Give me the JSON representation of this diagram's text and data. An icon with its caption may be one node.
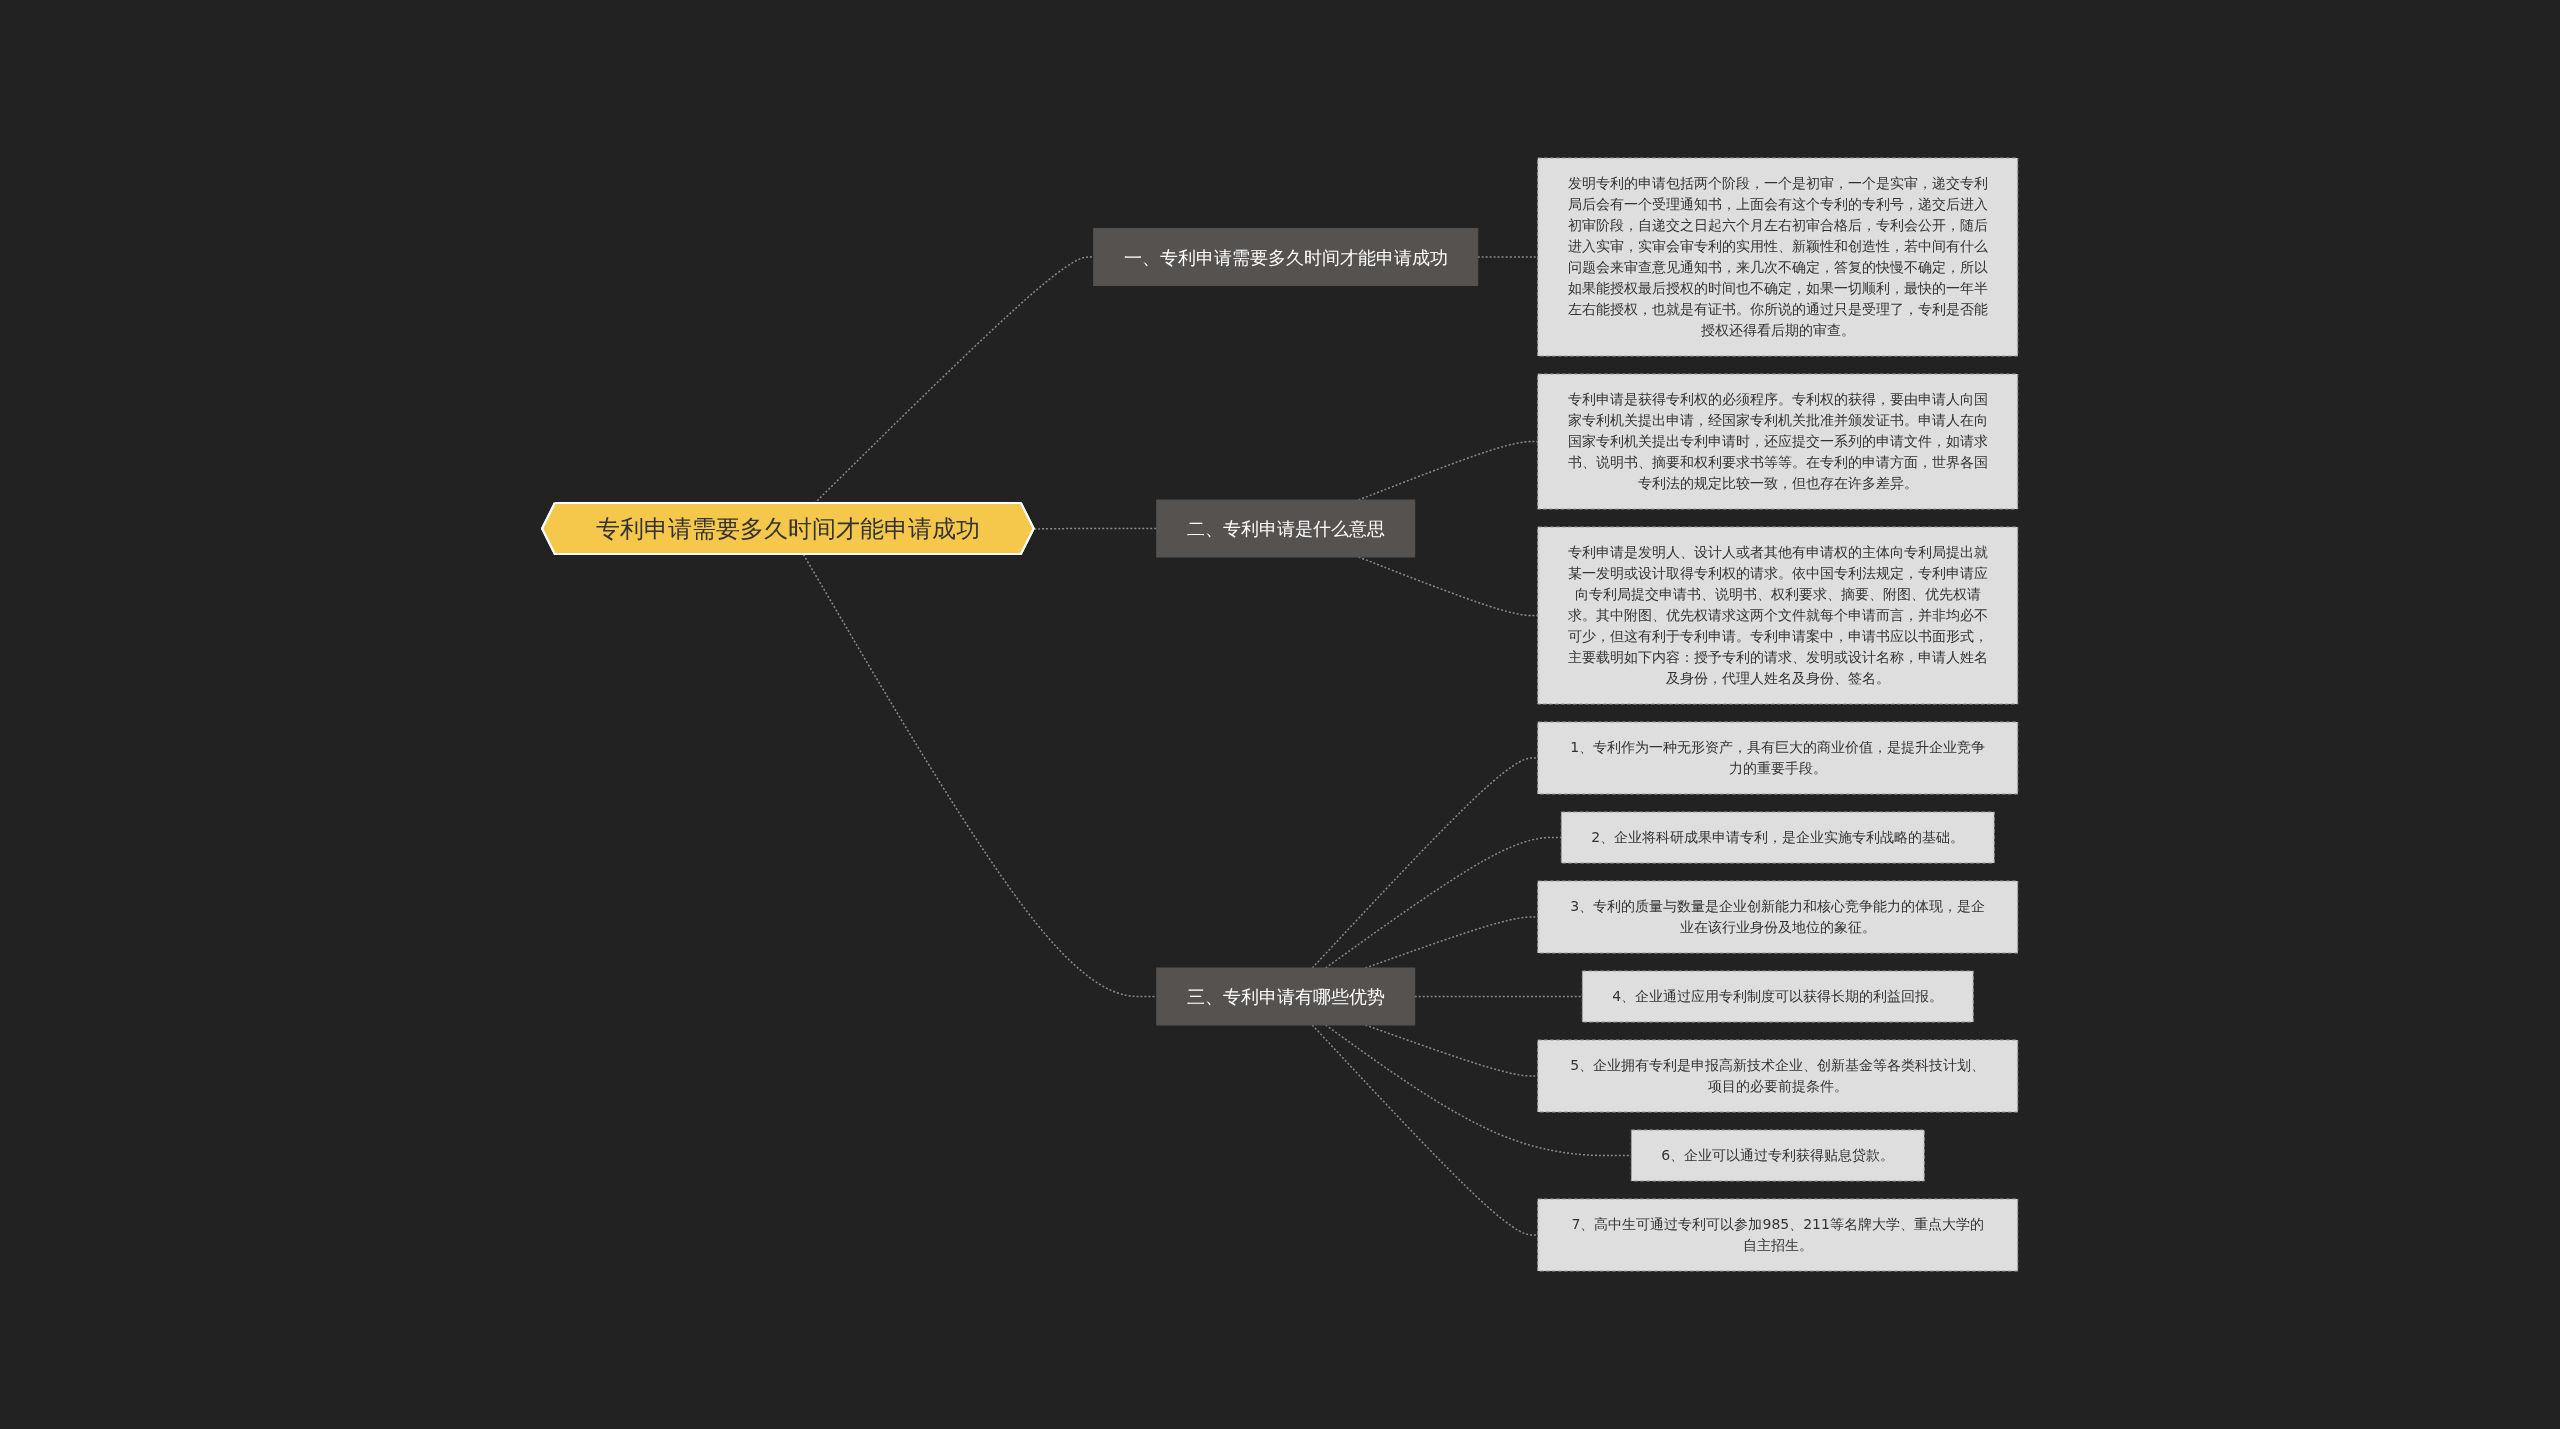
{
  "diagram": {
    "nodes": [
      {
        "text": [
          "专利申请需要多久时间才能申请成功"
        ]
      },
      {
        "text": [
          "一、专利申请需要多久时间才能申请成功"
        ]
      },
      {
        "text": [
          "发明专利的申请包括两个阶段，一个是初审，一个是实审，递交专利局后会有一个受理通知书，上面会有这个专利的专利号，递交后进入初审阶段，自递交之日起六个月左右初审合格后，专利会公开，随后进入实审，实审会审专利的实用性、新颖性和创造性，若中间有什么问题会来审查意见通知书，来几次不确定，答复的快慢不确定，所以如果能授权最后授权的时间也不确定，如果一切顺利，最快的一年半左右能授权，也就是有证书。你所说的通过只是受理了，专利是否能授权还得看后期的审查。"
        ]
      },
      {
        "text": [
          "二、专利申请是什么意思"
        ]
      },
      {
        "text": [
          "专利申请是获得专利权的必须程序。专利权的获得，要由申请人向国家专利机关提出申请，经国家专利机关批准并颁发证书。申请人在向国家专利机关提出专利申请时，还应提交一系列的申请文件，如请求书、说明书、摘要和权利要求书等等。在专利的申请方面，世界各国专利法的规定比较一致，但也存在许多差异。"
        ]
      },
      {
        "text": [
          "专利申请是发明人、设计人或者其他有申请权的主体向专利局提出就某一发明或设计取得专利权的请求。依中国专利法规定，专利申请应向专利局提交申请书、说明书、权利要求、摘要、附图、优先权请求。其中附图、优先权请求这两个文件就每个申请而言，并非均必不可少，但这有利于专利申请。专利申请案中，申请书应以书面形式，主要载明如下内容：授予专利的请求、发明或设计名称，申请人姓名及身份，代理人姓名及身份、签名。"
        ]
      },
      {
        "text": [
          "三、专利申请有哪些优势"
        ]
      },
      {
        "text": [
          "1、专利作为一种无形资产，具有巨大的商业价值，是提升企业竞争力的重要手段。"
        ]
      },
      {
        "text": [
          "2、企业将科研成果申请专利，是企业实施专利战略的基础。"
        ]
      },
      {
        "text": [
          "3、专利的质量与数量是企业创新能力和核心竞争能力的体现，是企业在该行业身份及地位的象征。"
        ]
      },
      {
        "text": [
          "4、企业通过应用专利制度可以获得长期的利益回报。"
        ]
      },
      {
        "text": [
          "5、企业拥有专利是申报高新技术企业、创新基金等各类科技计划、项目的必要前提条件。"
        ]
      },
      {
        "text": [
          "6、企业可以通过专利获得贴息贷款。"
        ]
      },
      {
        "text": [
          "7、高中生可通过专利可以参加985、211等名牌大学、重点大学的自主招生。"
        ]
      }
    ],
    "edges": [
      {
        "from": 0,
        "to": 1,
        "arrow": "none",
        "style": "dashed"
      },
      {
        "from": 1,
        "to": 2,
        "arrow": "none",
        "style": "dashed"
      },
      {
        "from": 0,
        "to": 3,
        "arrow": "none",
        "style": "dashed"
      },
      {
        "from": 3,
        "to": 4,
        "arrow": "none",
        "style": "dashed"
      },
      {
        "from": 3,
        "to": 5,
        "arrow": "none",
        "style": "dashed"
      },
      {
        "from": 0,
        "to": 6,
        "arrow": "none",
        "style": "dashed"
      },
      {
        "from": 6,
        "to": 7,
        "arrow": "none",
        "style": "dashed"
      },
      {
        "from": 6,
        "to": 8,
        "arrow": "none",
        "style": "dashed"
      },
      {
        "from": 6,
        "to": 9,
        "arrow": "none",
        "style": "dashed"
      },
      {
        "from": 6,
        "to": 10,
        "arrow": "none",
        "style": "dashed"
      },
      {
        "from": 6,
        "to": 11,
        "arrow": "none",
        "style": "dashed"
      },
      {
        "from": 6,
        "to": 12,
        "arrow": "none",
        "style": "dashed"
      },
      {
        "from": 6,
        "to": 13,
        "arrow": "none",
        "style": "dashed"
      }
    ]
  }
}
